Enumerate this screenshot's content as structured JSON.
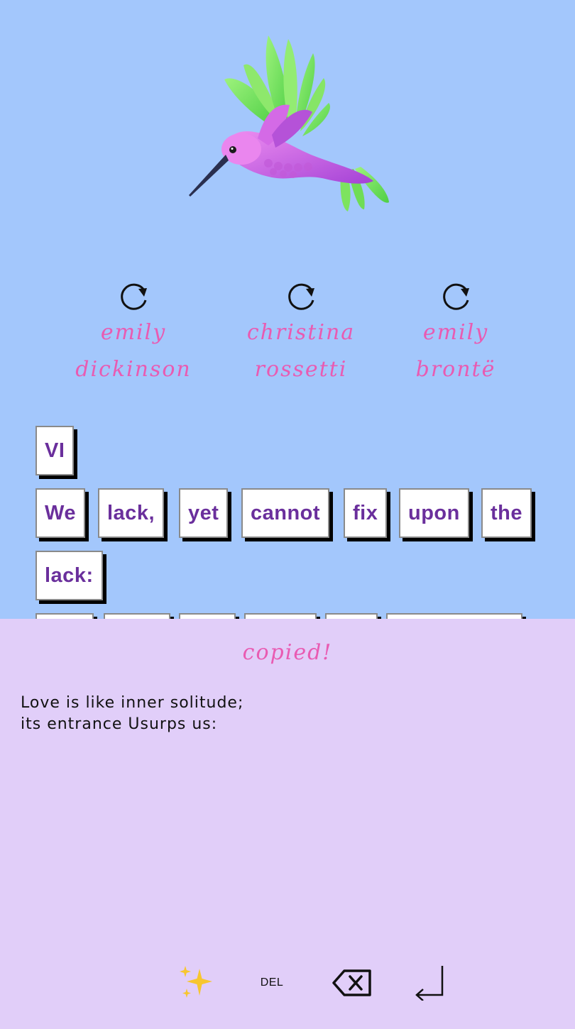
{
  "poets": [
    {
      "name_line1": "emily",
      "name_line2": "dickinson",
      "icon": "refresh-icon"
    },
    {
      "name_line1": "christina",
      "name_line2": "rossetti",
      "icon": "refresh-icon"
    },
    {
      "name_line1": "emily",
      "name_line2": "brontë",
      "icon": "refresh-icon"
    }
  ],
  "word_tiles": {
    "row1": [
      "VI"
    ],
    "row2": [
      "We",
      "lack,",
      "yet",
      "cannot",
      "fix",
      "upon",
      "the"
    ],
    "row3": [
      "lack:"
    ]
  },
  "status": "copied!",
  "poem_lines": [
    "Love is like inner solitude;",
    "its entrance Usurps us:"
  ],
  "toolbar": {
    "sparkles_icon": "✨",
    "del_label": "DEL",
    "backspace_icon": "backspace-icon",
    "enter_icon": "enter-icon"
  },
  "colors": {
    "top_background": "#a3c7fc",
    "bottom_background": "#e1cef9",
    "accent_pink": "#e95bb2",
    "word_purple": "#6a2f9c"
  }
}
